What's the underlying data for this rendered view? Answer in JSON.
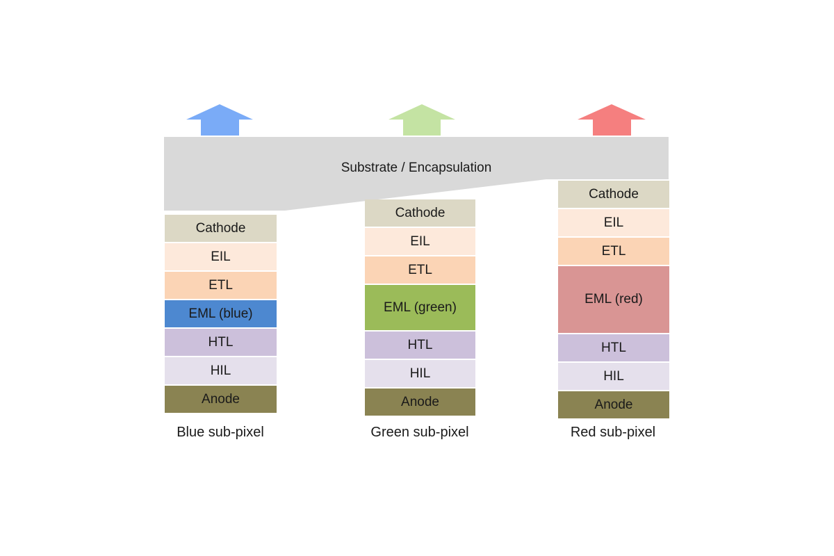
{
  "substrate": {
    "label": "Substrate / Encapsulation",
    "color": "#d9d9d9"
  },
  "emission_arrows": [
    {
      "name": "blue-emission-arrow-icon",
      "color": "#7aabf7"
    },
    {
      "name": "green-emission-arrow-icon",
      "color": "#c4e3a3"
    },
    {
      "name": "red-emission-arrow-icon",
      "color": "#f57f7f"
    }
  ],
  "stacks": [
    {
      "id": "blue",
      "caption": "Blue sub-pixel",
      "layers": [
        {
          "label": "Cathode",
          "color": "#dcd8c5"
        },
        {
          "label": "EIL",
          "color": "#fde9db"
        },
        {
          "label": "ETL",
          "color": "#fbd4b5"
        },
        {
          "label": "EML (blue)",
          "color": "#4d88d0"
        },
        {
          "label": "HTL",
          "color": "#ccc0db"
        },
        {
          "label": "HIL",
          "color": "#e5e0ec"
        },
        {
          "label": "Anode",
          "color": "#8a8352"
        }
      ]
    },
    {
      "id": "green",
      "caption": "Green sub-pixel",
      "layers": [
        {
          "label": "Cathode",
          "color": "#dcd8c5"
        },
        {
          "label": "EIL",
          "color": "#fde9db"
        },
        {
          "label": "ETL",
          "color": "#fbd4b5"
        },
        {
          "label": "EML (green)",
          "color": "#9bbb59"
        },
        {
          "label": "HTL",
          "color": "#ccc0db"
        },
        {
          "label": "HIL",
          "color": "#e5e0ec"
        },
        {
          "label": "Anode",
          "color": "#8a8352"
        }
      ]
    },
    {
      "id": "red",
      "caption": "Red sub-pixel",
      "layers": [
        {
          "label": "Cathode",
          "color": "#dcd8c5"
        },
        {
          "label": "EIL",
          "color": "#fde9db"
        },
        {
          "label": "ETL",
          "color": "#fbd4b5"
        },
        {
          "label": "EML (red)",
          "color": "#d99594"
        },
        {
          "label": "HTL",
          "color": "#ccc0db"
        },
        {
          "label": "HIL",
          "color": "#e5e0ec"
        },
        {
          "label": "Anode",
          "color": "#8a8352"
        }
      ]
    }
  ]
}
